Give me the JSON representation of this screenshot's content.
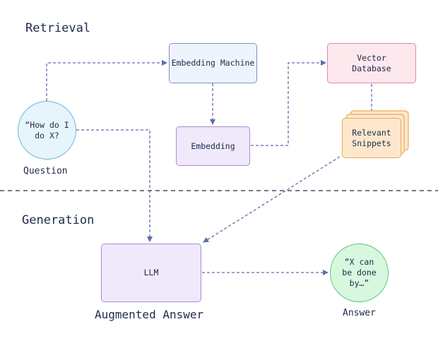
{
  "sections": {
    "retrieval": "Retrieval",
    "generation": "Generation"
  },
  "nodes": {
    "question": "“How do I\ndo X?",
    "embedding_machine": "Embedding Machine",
    "embedding": "Embedding",
    "vector_database": "Vector\nDatabase",
    "relevant_snippets": "Relevant\nSnippets",
    "llm": "LLM",
    "answer": "“X can\nbe done\nby…”"
  },
  "captions": {
    "question": "Question",
    "augmented_answer": "Augmented Answer",
    "answer": "Answer"
  },
  "colors": {
    "arrow": "#5b6fa8",
    "question_fill": "#e6f4fb",
    "question_stroke": "#6cb8dd",
    "embed_machine_fill": "#eef3fd",
    "embed_machine_stroke": "#7d93c9",
    "embedding_fill": "#efe9fb",
    "embedding_stroke": "#a78bd9",
    "vector_fill": "#fde8ee",
    "vector_stroke": "#e6869e",
    "snippets_fill": "#fde7cc",
    "snippets_stroke": "#efa95a",
    "llm_fill": "#efe9fb",
    "llm_stroke": "#a78bd9",
    "answer_fill": "#d8f7df",
    "answer_stroke": "#5cc97a"
  }
}
